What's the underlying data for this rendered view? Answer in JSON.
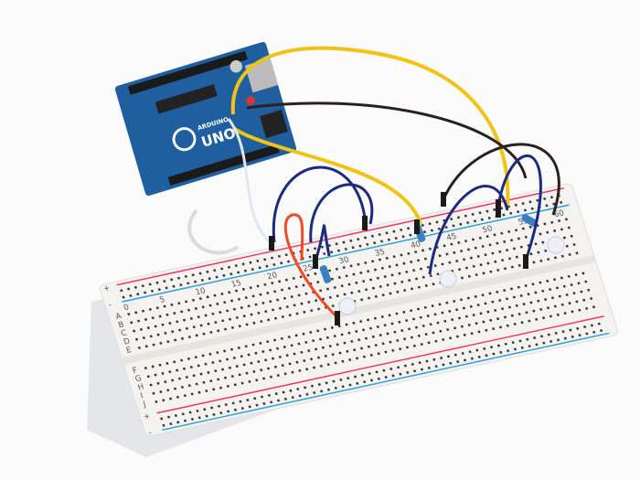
{
  "arduino": {
    "model_label": "UNO",
    "brand_label": "ARDUINO"
  },
  "breadboard": {
    "column_numbers": [
      "0",
      "5",
      "10",
      "15",
      "20",
      "25",
      "30",
      "35",
      "40",
      "45",
      "50",
      "55",
      "60"
    ],
    "row_letters_top": [
      "A",
      "B",
      "C",
      "D",
      "E"
    ],
    "row_letters_bottom": [
      "F",
      "G",
      "H",
      "I",
      "J"
    ],
    "rail_plus": "+",
    "rail_minus": "-"
  },
  "colors": {
    "arduino_blue": "#1f5fa0",
    "wire_yellow": "#f0c417",
    "wire_black": "#2a2020",
    "wire_navy": "#1e2a80",
    "wire_red": "#ef4a2a",
    "wire_white": "#e6e6f0",
    "rail_red": "#ef3060",
    "rail_blue": "#2aa0dc"
  }
}
